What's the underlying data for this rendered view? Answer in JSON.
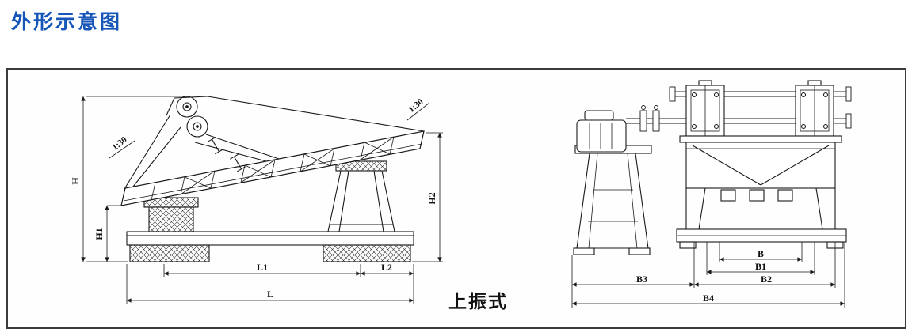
{
  "page": {
    "title": "外形示意图",
    "title_color": "#1656b8",
    "line_color": "#1a1a1a"
  },
  "side_view": {
    "dim_h": "H",
    "dim_h1": "H1",
    "dim_h2": "H2",
    "dim_l1": "L1",
    "dim_l2": "L2",
    "dim_l": "L",
    "slope_left": "1:30",
    "slope_right": "1:30",
    "caption": "上振式"
  },
  "front_view": {
    "dim_b": "B",
    "dim_b1": "B1",
    "dim_b2": "B2",
    "dim_b3": "B3",
    "dim_b4": "B4"
  }
}
